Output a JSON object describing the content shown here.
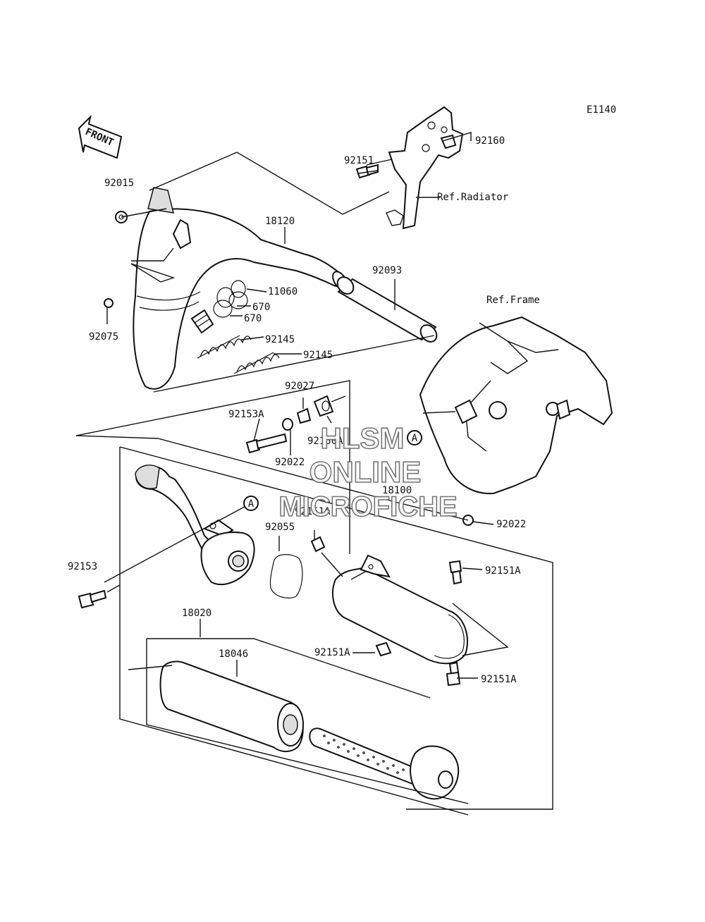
{
  "diagram_code": "E1140",
  "front_marker": "FRONT",
  "callout_letter": "A",
  "ref_labels": {
    "radiator": "Ref.Radiator",
    "frame": "Ref.Frame"
  },
  "parts": {
    "p92160": "92160",
    "p92151": "92151",
    "p92015": "92015",
    "p18120": "18120",
    "p11060": "11060",
    "p670_upper": "670",
    "p670_lower": "670",
    "p92075": "92075",
    "p92093": "92093",
    "p92145_upper": "92145",
    "p92145_lower": "92145",
    "p92027": "92027",
    "p92153A": "92153A",
    "p92150A": "92150A",
    "p92022_left": "92022",
    "p18100": "18100",
    "p92151A_top": "92151A",
    "p92022_right": "92022",
    "p92055": "92055",
    "p92153": "92153",
    "p92151A_right_upper": "92151A",
    "p18020": "18020",
    "p18046": "18046",
    "p92151A_bottom": "92151A",
    "p92151A_right_lower": "92151A"
  },
  "watermark": {
    "line1": "HLSM",
    "line2": "ONLINE",
    "line3": "MICROFICHE"
  },
  "colors": {
    "ink": "#111111",
    "background": "#ffffff",
    "watermark_outline": "#6a6a6a"
  }
}
